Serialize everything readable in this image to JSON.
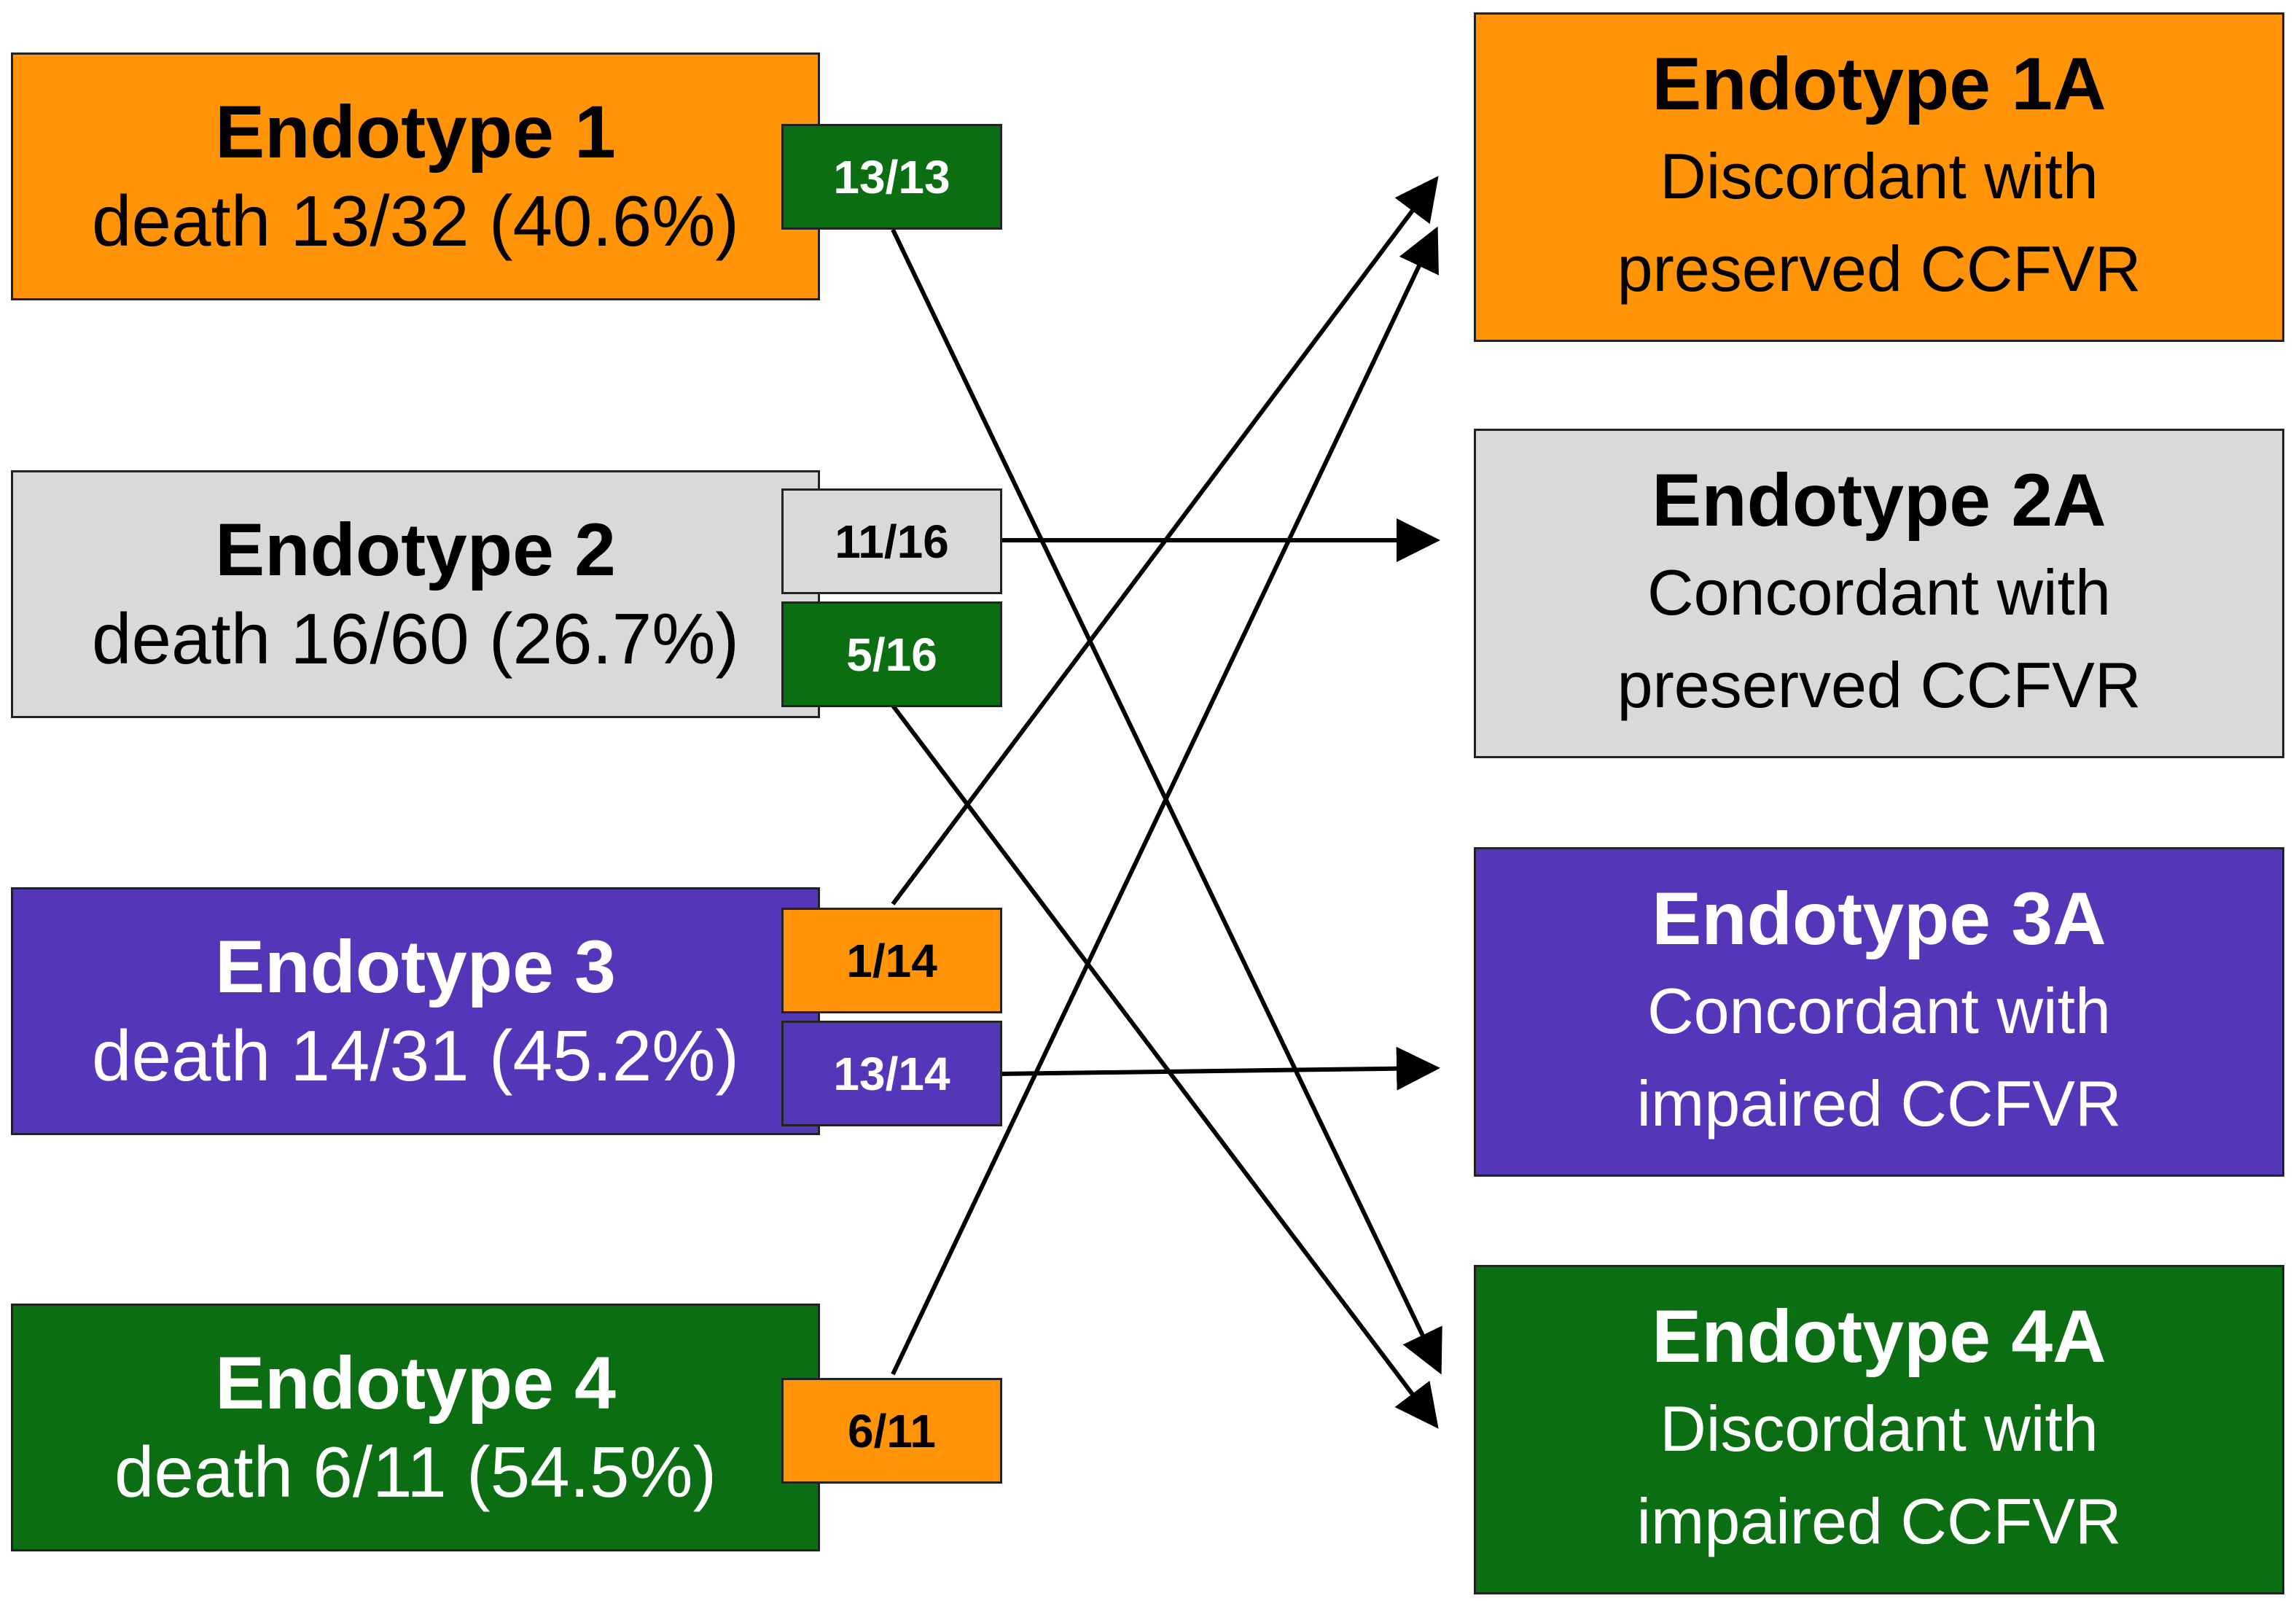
{
  "colors": {
    "orange": "#ff9409",
    "grey": "#d9d9d9",
    "purple": "#5636b8",
    "green": "#0b6e12"
  },
  "sources": [
    {
      "title": "Endotype 1",
      "subtitle": "death 13/32 (40.6%)"
    },
    {
      "title": "Endotype 2",
      "subtitle": "death 16/60 (26.7%)"
    },
    {
      "title": "Endotype 3",
      "subtitle": "death 14/31 (45.2%)"
    },
    {
      "title": "Endotype 4",
      "subtitle": "death 6/11 (54.5%)"
    }
  ],
  "targets": [
    {
      "title": "Endotype 1A",
      "line1": "Discordant with",
      "line2": "preserved CCFVR"
    },
    {
      "title": "Endotype 2A",
      "line1": "Concordant with",
      "line2": "preserved CCFVR"
    },
    {
      "title": "Endotype 3A",
      "line1": "Concordant with",
      "line2": "impaired CCFVR"
    },
    {
      "title": "Endotype 4A",
      "line1": "Discordant with",
      "line2": "impaired CCFVR"
    }
  ],
  "transitions": [
    {
      "from": "Endotype 1",
      "to": "Endotype 4A",
      "label": "13/13",
      "color": "green"
    },
    {
      "from": "Endotype 2",
      "to": "Endotype 2A",
      "label": "11/16",
      "color": "grey"
    },
    {
      "from": "Endotype 2",
      "to": "Endotype 4A",
      "label": "5/16",
      "color": "green"
    },
    {
      "from": "Endotype 3",
      "to": "Endotype 1A",
      "label": "1/14",
      "color": "orange"
    },
    {
      "from": "Endotype 3",
      "to": "Endotype 3A",
      "label": "13/14",
      "color": "purple"
    },
    {
      "from": "Endotype 4",
      "to": "Endotype 1A",
      "label": "6/11",
      "color": "orange"
    }
  ]
}
